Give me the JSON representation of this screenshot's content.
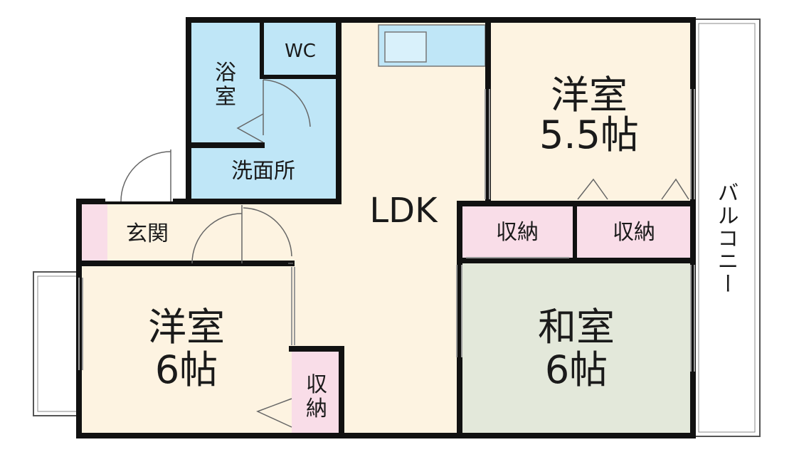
{
  "rooms": {
    "western_bottom": {
      "name": "洋室",
      "size": "6帖"
    },
    "western_top": {
      "name": "洋室",
      "size": "5.5帖"
    },
    "japanese": {
      "name": "和室",
      "size": "6帖"
    },
    "ldk": {
      "name": "LDK"
    },
    "bath": {
      "name_line1": "浴",
      "name_line2": "室"
    },
    "wc": {
      "name": "WC"
    },
    "washroom": {
      "name": "洗面所"
    },
    "entrance": {
      "name": "玄関"
    },
    "storage_left": {
      "name": "収納"
    },
    "storage_right": {
      "name": "収納"
    },
    "storage_small": {
      "name_line1": "収",
      "name_line2": "納"
    },
    "balcony": {
      "name": "バルコニー"
    }
  },
  "colors": {
    "wet_area": "#bfe6f7",
    "cream_floor": "#fdf3e1",
    "storage_pink": "#f9dde8",
    "tatami": "#e3e8da",
    "wall": "#111111"
  }
}
